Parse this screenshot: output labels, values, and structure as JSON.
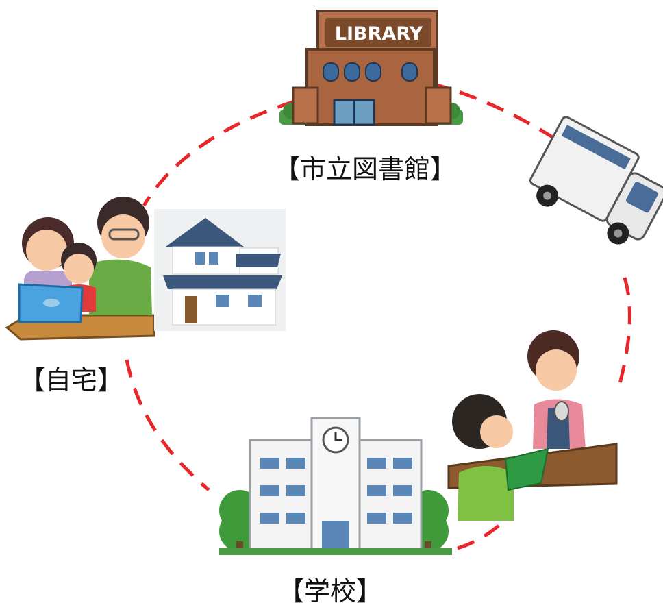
{
  "labels": {
    "library": "【市立図書館】",
    "home": "【自宅】",
    "school": "【学校】"
  },
  "library_sign": "LIBRARY",
  "colors": {
    "cycle_dash": "#e8272a",
    "library_brick": "#b8714a",
    "roof_blue": "#3d5a80",
    "school_wall": "#f3f3f3",
    "tree_green": "#3f9b3a",
    "counter_brown": "#8c5a2e"
  }
}
